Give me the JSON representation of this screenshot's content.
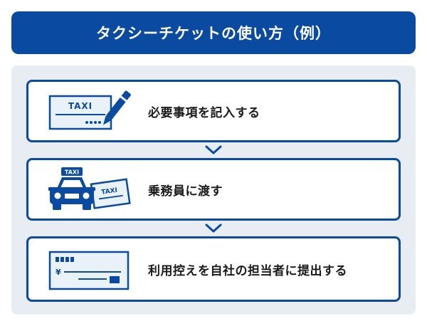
{
  "title": "タクシーチケットの使い方（例）",
  "steps": [
    {
      "icon": "ticket-pen-icon",
      "label": "必要事項を記入する",
      "ticket_text": "TAXI"
    },
    {
      "icon": "taxi-ticket-icon",
      "label": "乗務員に渡す",
      "roof_sign": "TAXI",
      "ticket_text": "TAXI"
    },
    {
      "icon": "expense-form-icon",
      "label": "利用控えを自社の担当者に提出する",
      "currency_symbol": "¥"
    }
  ],
  "colors": {
    "primary": "#0a4aa0",
    "panel_bg": "#e8edf4",
    "ticket_fill": "#eaf2f9"
  }
}
